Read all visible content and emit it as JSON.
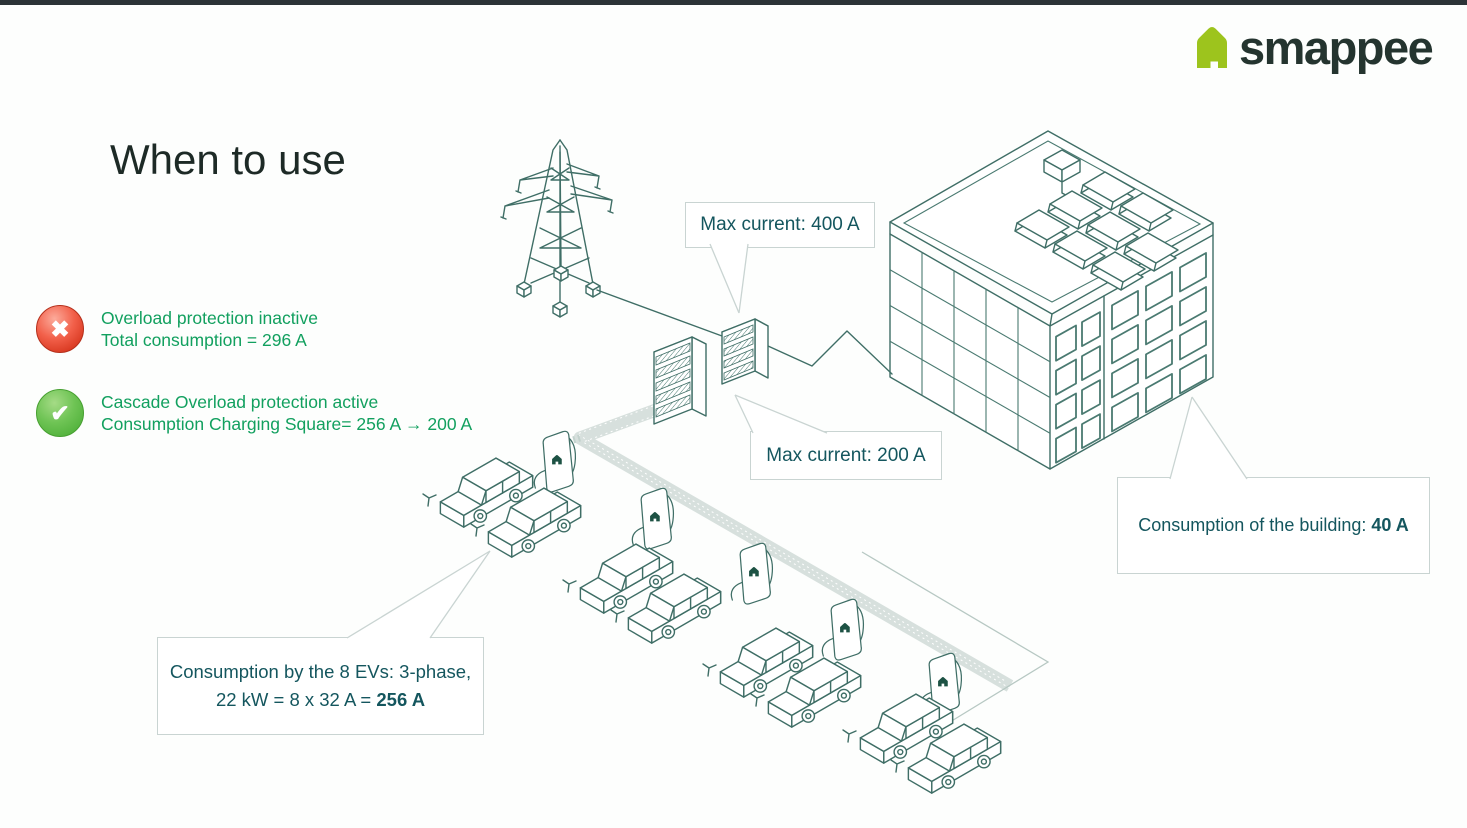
{
  "brand": {
    "name": "smappee"
  },
  "title": "When to use",
  "icons": {
    "x_glyph": "✖",
    "check_glyph": "✔"
  },
  "status_items": [
    {
      "id": "overload-inactive",
      "line1": "Overload protection inactive",
      "line2": "Total consumption = 296 A"
    },
    {
      "id": "cascade-active",
      "line1": "Cascade Overload protection active",
      "line2": "Consumption Charging Square= 256 A → 200 A"
    }
  ],
  "callouts": {
    "max_current_grid": "Max current: 400 A",
    "max_current_charging": "Max current: 200 A",
    "building_prefix": "Consumption of the building: ",
    "building_value": "40 A",
    "evs_line1": "Consumption by the 8 EVs: 3-phase,",
    "evs_line2_prefix": "22 kW = 8 x 32 A = ",
    "evs_line2_value": "256 A"
  },
  "diagram": {
    "ev_count": 8,
    "charging_station_count": 5,
    "elements": [
      "power-pylon",
      "grid-panel-400A",
      "charging-square-panel-200A",
      "office-building",
      "rooftop-solar-panels",
      "ev-cars",
      "charging-stations",
      "cable-bundle"
    ],
    "colors": {
      "top_bar": "#2c3337",
      "line": "#3f6e66",
      "cable_band": "#d7e0dd",
      "callout_border": "#c9d4d2",
      "callout_text": "#14565e",
      "green_text": "#12a05f",
      "brand_green": "#9dc41d",
      "brand_text": "#24342f",
      "error_red": "#e74c3c",
      "success_green": "#5cb543"
    }
  }
}
